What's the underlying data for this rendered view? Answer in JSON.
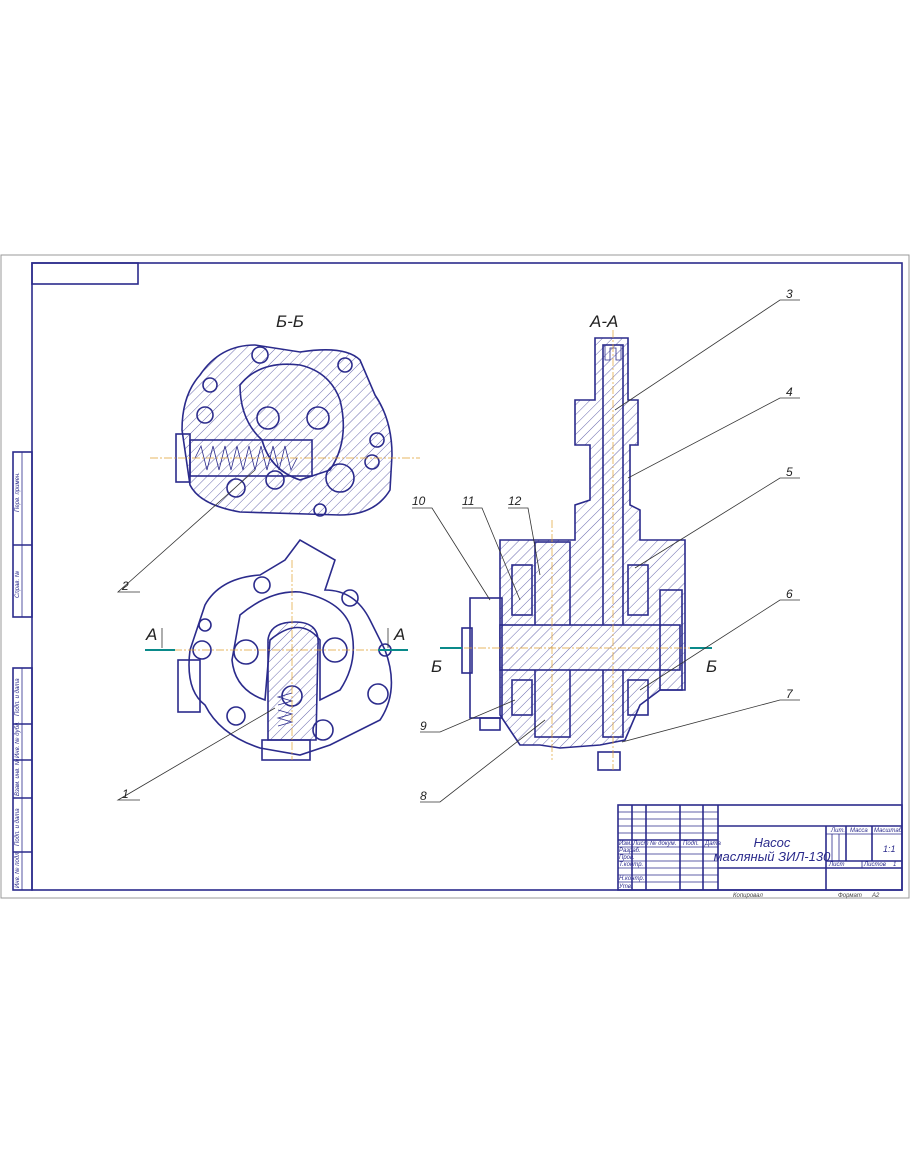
{
  "views": {
    "section_bb": "Б-Б",
    "section_aa": "А-А",
    "cut_a_left": "А",
    "cut_a_right": "А",
    "cut_b_left": "Б",
    "cut_b_right": "Б"
  },
  "callouts": [
    "1",
    "2",
    "3",
    "4",
    "5",
    "6",
    "7",
    "8",
    "9",
    "10",
    "11",
    "12"
  ],
  "side_stamps": [
    "Перв. примен.",
    "Справ. №",
    "Подп. и дата",
    "Инв. № дубл.",
    "Взам. инв. №",
    "Подп. и дата",
    "Инв. № подл."
  ],
  "title_block": {
    "title_line1": "Насос",
    "title_line2": "масляный ЗИЛ-130",
    "col_headers": [
      "Изм.",
      "Лист",
      "№ докум.",
      "Подп.",
      "Дата"
    ],
    "roles": [
      "Разраб.",
      "Пров.",
      "Т.контр.",
      "",
      "Н.контр.",
      "Утв."
    ],
    "lit_label": "Лит.",
    "mass_label": "Масса",
    "scale_label": "Масштаб",
    "scale_value": "1:1",
    "sheet_label": "Лист",
    "sheets_label": "Листов",
    "sheets_value": "1",
    "copied_label": "Копировал",
    "format_label": "Формат",
    "format_value": "A2"
  },
  "colors": {
    "line": "#2b2b8c",
    "axis": "#e0a030",
    "cut": "#0a8a8a"
  }
}
